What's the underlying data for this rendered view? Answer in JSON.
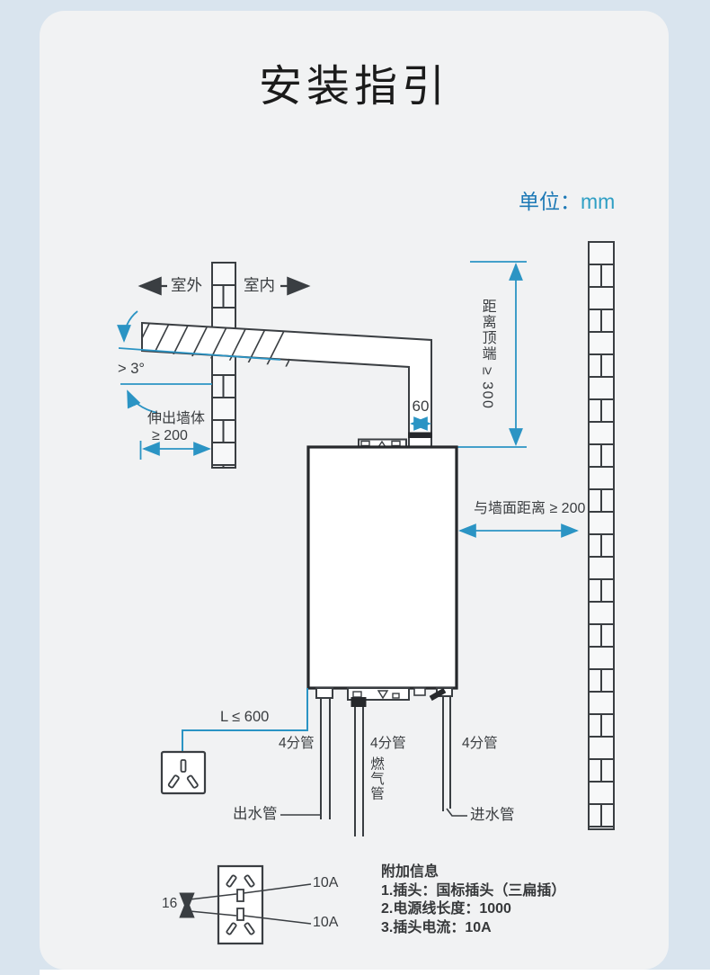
{
  "header": {
    "title": "安装指引",
    "unit_prefix": "单位：",
    "unit_value": "mm"
  },
  "labels": {
    "outdoor": "室外",
    "indoor": "室内",
    "angle": "> 3°",
    "wall_extension_1": "伸出墙体",
    "wall_extension_2": "≥ 200",
    "flue_width": "60",
    "top_clearance": "距离顶端 ≥ 300",
    "wall_distance": "与墙面距离 ≥ 200",
    "cord_length": "L ≤ 600",
    "pipe_spec_outlet": "4分管",
    "pipe_spec_gas": "4分管",
    "pipe_spec_inlet": "4分管",
    "gas_pipe": "燃气管",
    "outlet_pipe": "出水管",
    "inlet_pipe": "进水管"
  },
  "plug_detail": {
    "pin_spacing": "16",
    "current_top": "10A",
    "current_bottom": "10A"
  },
  "notes": {
    "heading": "附加信息",
    "items": [
      "1.插头：国标插头（三扁插）",
      "2.电源线长度：1000",
      "3.插头电流：10A"
    ]
  },
  "colors": {
    "accent_blue": "#2b94c4",
    "line_dark": "#3a3e42"
  }
}
